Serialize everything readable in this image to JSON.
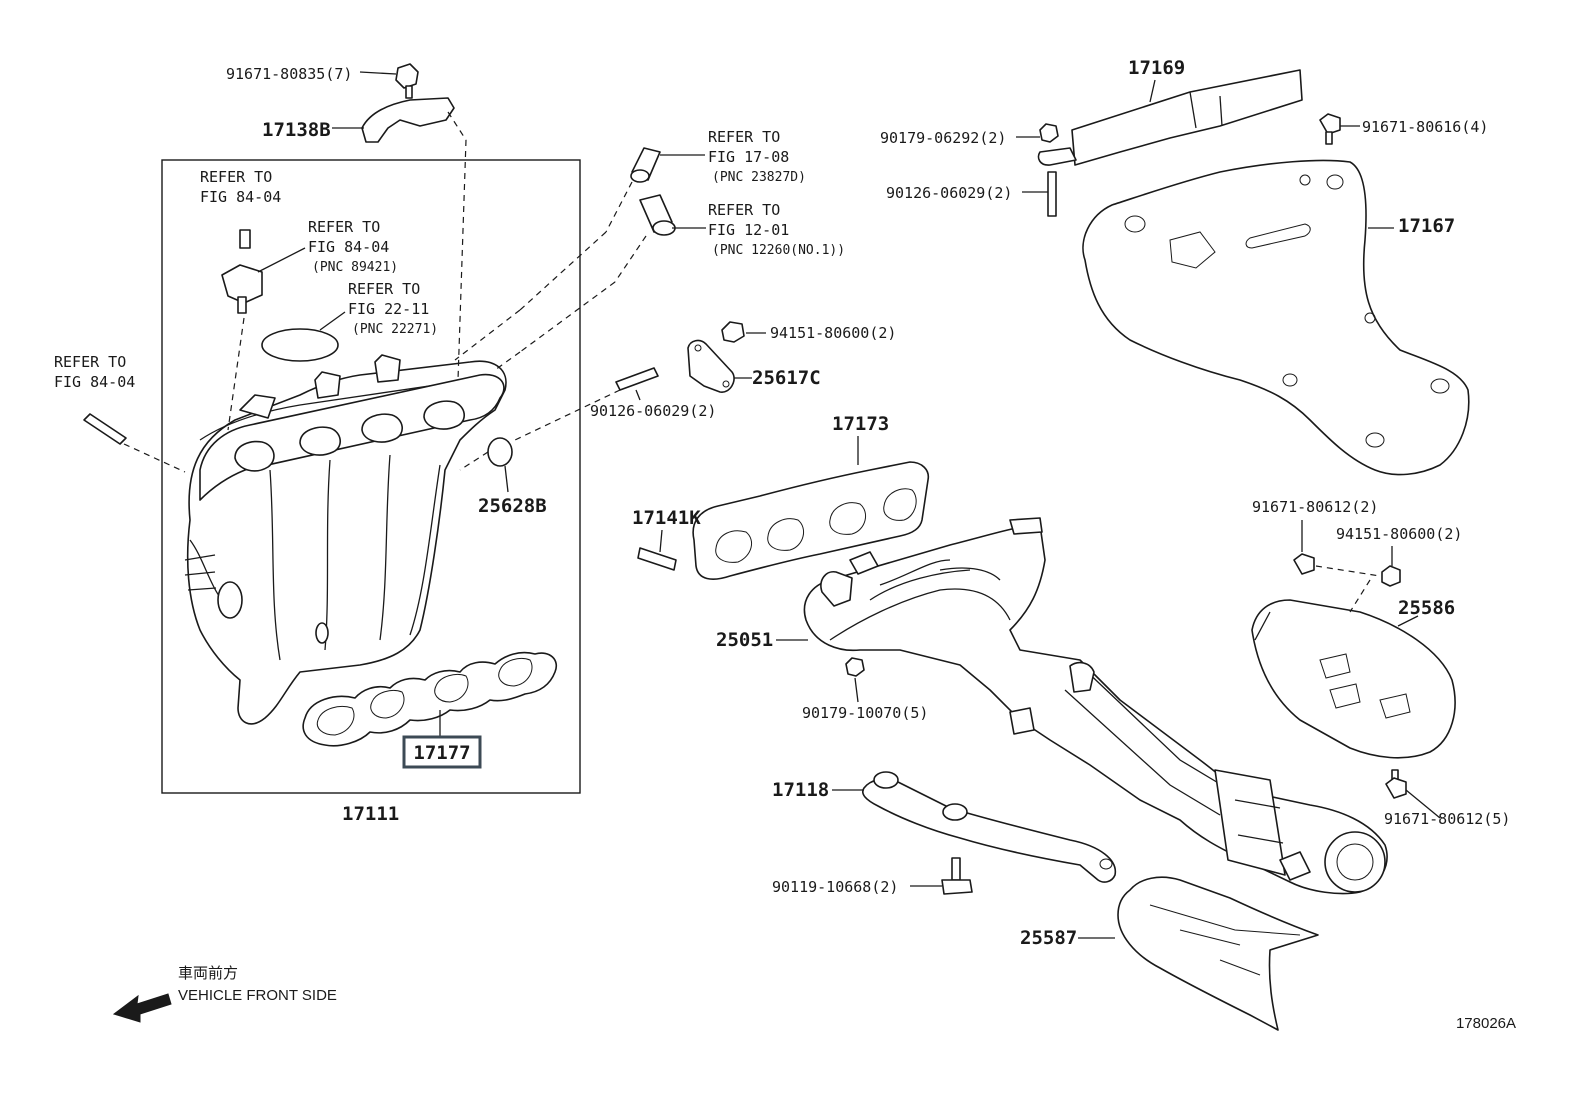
{
  "colors": {
    "ink": "#1a1a1a",
    "background": "#ffffff",
    "highlight_box": "#3c4a55"
  },
  "refs": {
    "r1": {
      "title": "REFER TO",
      "fig": "FIG 84-04",
      "pnc": ""
    },
    "r2": {
      "title": "REFER TO",
      "fig": "FIG 84-04",
      "pnc": "(PNC 89421)"
    },
    "r3": {
      "title": "REFER TO",
      "fig": "FIG 22-11",
      "pnc": "(PNC 22271)"
    },
    "r4": {
      "title": "REFER TO",
      "fig": "FIG 84-04",
      "pnc": ""
    },
    "r5": {
      "title": "REFER TO",
      "fig": "FIG 17-08",
      "pnc": "(PNC 23827D)"
    },
    "r6": {
      "title": "REFER TO",
      "fig": "FIG 12-01",
      "pnc": "(PNC 12260(NO.1))"
    }
  },
  "parts": {
    "p91671_80835": "91671-80835(7)",
    "p17138B": "17138B",
    "p17111": "17111",
    "p17177": "17177",
    "p25628B": "25628B",
    "p90126_06029_a": "90126-06029(2)",
    "p25617C": "25617C",
    "p94151_80600_a": "94151-80600(2)",
    "p17169": "17169",
    "p90179_06292": "90179-06292(2)",
    "p90126_06029_b": "90126-06029(2)",
    "p91671_80616": "91671-80616(4)",
    "p17167": "17167",
    "p17173": "17173",
    "p17141K": "17141K",
    "p25051": "25051",
    "p90179_10070": "90179-10070(5)",
    "p17118": "17118",
    "p90119_10668": "90119-10668(2)",
    "p25587": "25587",
    "p91671_80612_a": "91671-80612(2)",
    "p94151_80600_b": "94151-80600(2)",
    "p25586": "25586",
    "p91671_80612_b": "91671-80612(5)"
  },
  "footer": {
    "front_jp": "車両前方",
    "front_en": "VEHICLE FRONT SIDE",
    "diagram_id": "178026A"
  }
}
